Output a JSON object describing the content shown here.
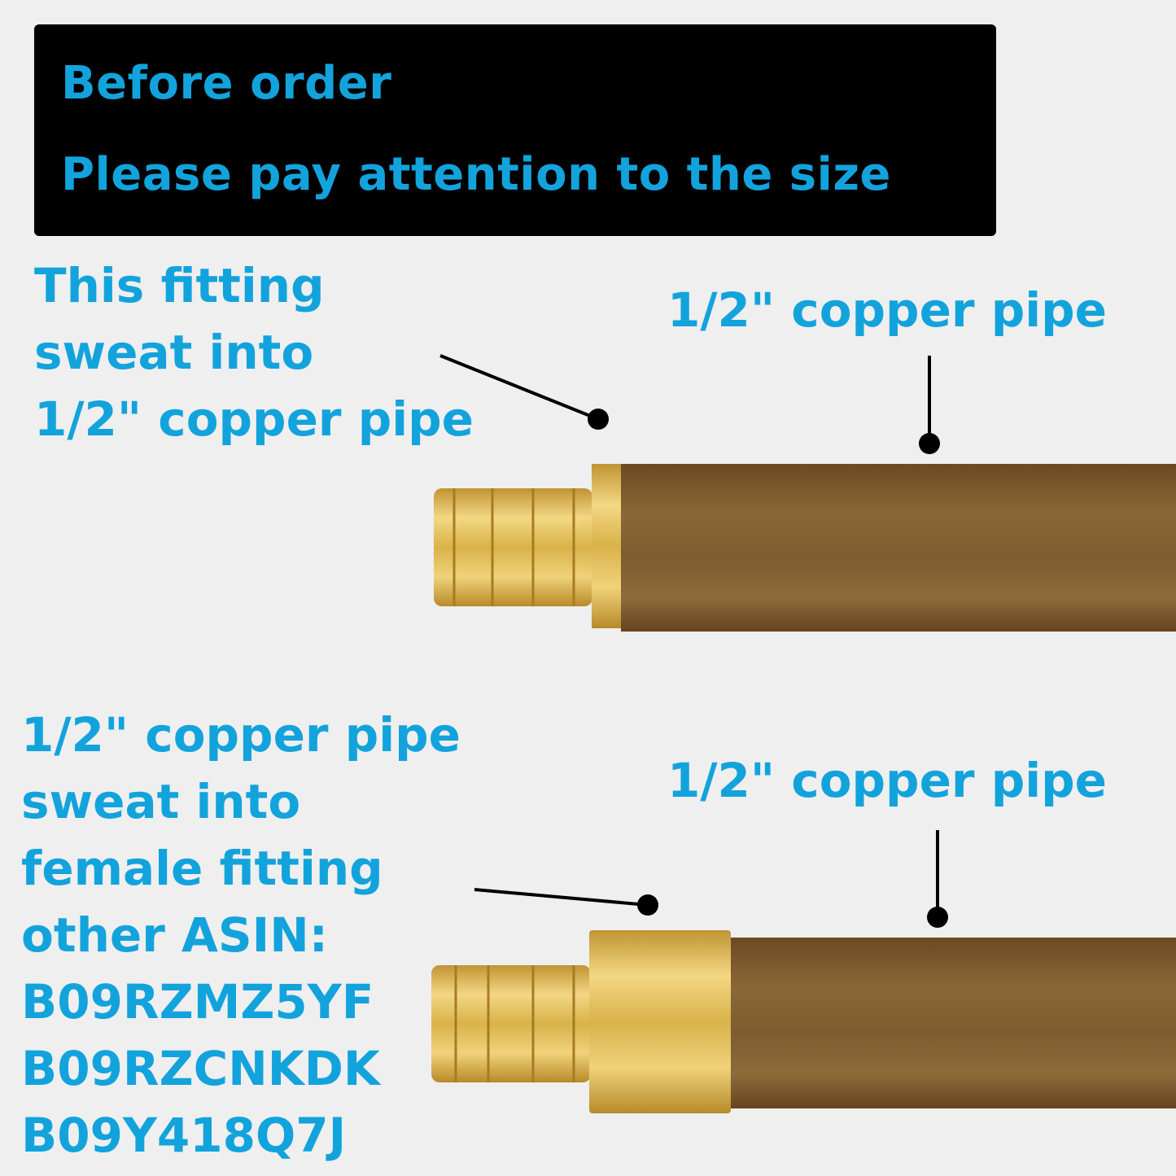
{
  "banner": {
    "line1": "Before order",
    "line2": "Please pay attention to the size"
  },
  "top": {
    "left_label": [
      "This fitting",
      "sweat into",
      "1/2\" copper pipe"
    ],
    "right_label": "1/2\" copper pipe"
  },
  "bottom": {
    "left_label": [
      "1/2\" copper pipe",
      "sweat into",
      "female fitting",
      "other ASIN:",
      "B09RZMZ5YF",
      "B09RZCNKDK",
      "B09Y418Q7J"
    ],
    "right_label": "1/2\" copper pipe"
  },
  "colors": {
    "text": "#13a3dc",
    "banner_bg": "#000000",
    "background": "#efefef",
    "brass": "#d9b24a",
    "copper": "#7d5a2c"
  }
}
